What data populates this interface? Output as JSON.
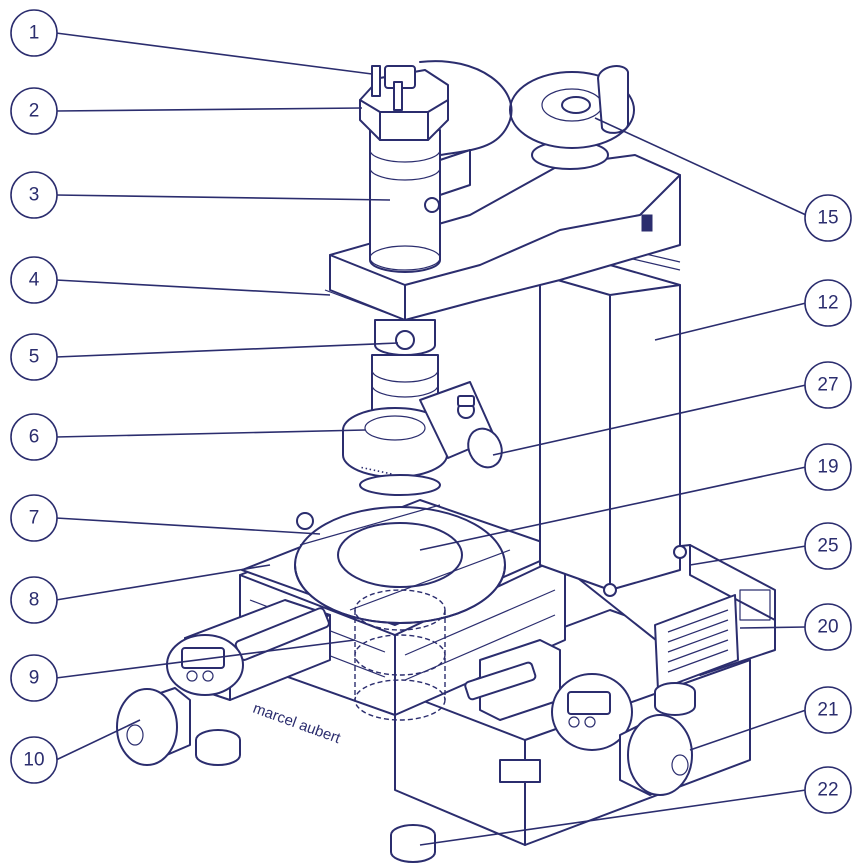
{
  "colors": {
    "ink": "#2b2d6e",
    "paper": "#ffffff"
  },
  "callouts": [
    {
      "label": "1"
    },
    {
      "label": "2"
    },
    {
      "label": "3"
    },
    {
      "label": "4"
    },
    {
      "label": "5"
    },
    {
      "label": "6"
    },
    {
      "label": "7"
    },
    {
      "label": "8"
    },
    {
      "label": "9"
    },
    {
      "label": "10"
    },
    {
      "label": "15"
    },
    {
      "label": "12"
    },
    {
      "label": "27"
    },
    {
      "label": "19"
    },
    {
      "label": "25"
    },
    {
      "label": "20"
    },
    {
      "label": "21"
    },
    {
      "label": "22"
    }
  ],
  "brand": {
    "text": "marcel aubert"
  }
}
